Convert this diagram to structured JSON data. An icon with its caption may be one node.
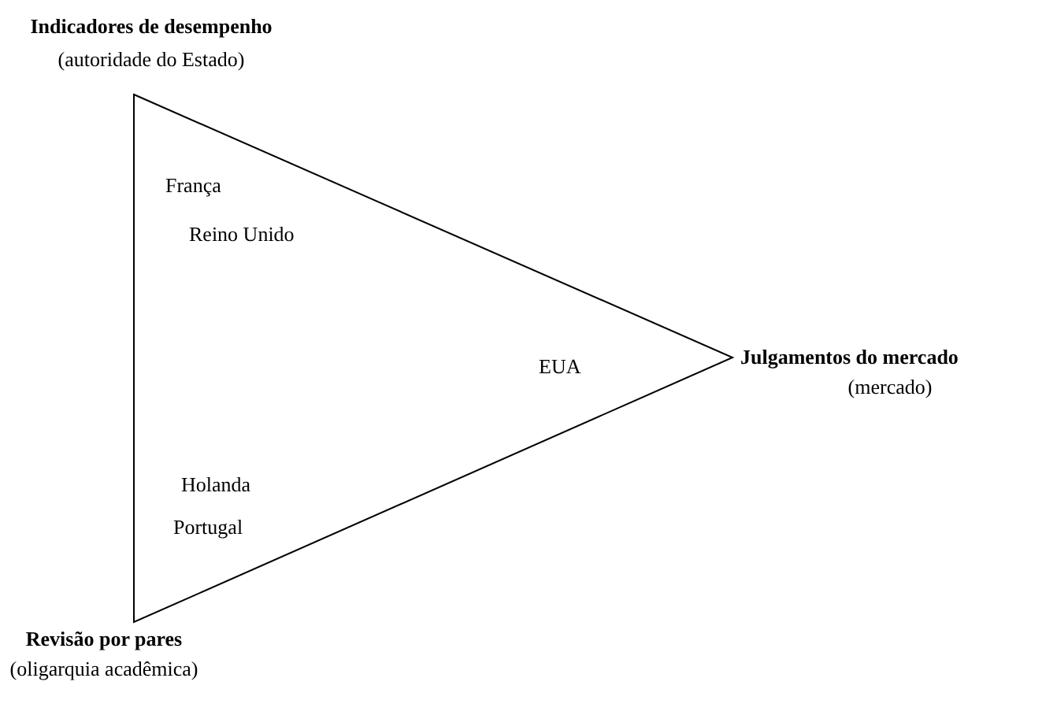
{
  "diagram": {
    "nodes": [
      {
        "text": [],
        "shape": "triangle"
      }
    ],
    "edges": [],
    "labels": [
      "Indicadores de desempenho",
      "(autoridade do Estado)",
      "França",
      "Reino Unido",
      "EUA",
      "Julgamentos do mercado",
      "(mercado)",
      "Holanda",
      "Portugal",
      "Revisão por pares",
      "(oligarquia acadêmica)"
    ]
  }
}
